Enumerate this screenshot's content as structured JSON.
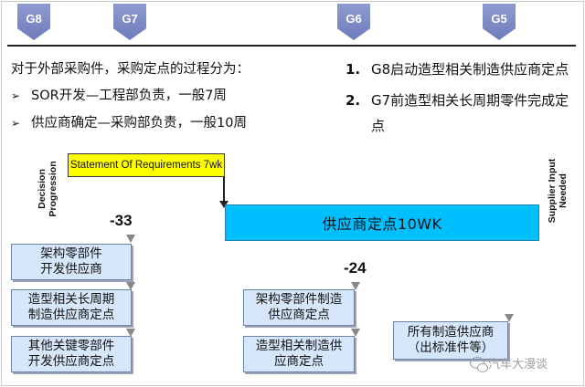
{
  "gates": [
    {
      "label": "G8"
    },
    {
      "label": "G7"
    },
    {
      "label": "G6"
    },
    {
      "label": "G5"
    }
  ],
  "intro": "对于外部采购件，采购定点的过程分为：",
  "bullets": [
    {
      "marker": "➢",
      "text": "SOR开发—工程部负责，一般7周"
    },
    {
      "marker": "➢",
      "text": "供应商确定—采购部负责，一般10周"
    }
  ],
  "numbered": [
    {
      "num": "1.",
      "text": "G8启动造型相关制造供应商定点"
    },
    {
      "num": "2.",
      "text": "G7前造型相关长周期零件完成定点"
    }
  ],
  "axis": {
    "left_label_1": "Decision",
    "left_label_2": "Progression",
    "right_label_1": "Supplier Input",
    "right_label_2": "Needed"
  },
  "sor_box": "Statement Of Requirements 7wk",
  "main_bar": "供应商定点10WK",
  "milestones": {
    "m1": "-33",
    "m2": "-24"
  },
  "boxes": {
    "b1": {
      "line1": "架构零部件",
      "line2": "开发供应商"
    },
    "b2": {
      "line1": "造型相关长周期",
      "line2": "制造供应商定点"
    },
    "b3": {
      "line1": "其他关键零部件",
      "line2": "开发供应商定点"
    },
    "b4": {
      "line1": "架构零部件制造",
      "line2": "供应商定点"
    },
    "b5": {
      "line1": "造型相关制造供",
      "line2": "应商定点"
    },
    "b6": {
      "line1": "所有制造供应商",
      "line2": "（出标准件等）"
    }
  },
  "watermark": "汽车大漫谈",
  "colors": {
    "gate": "#7b86c4",
    "main_bar": "#00bfff",
    "sor_box": "#ffff00",
    "sub_box": "#d6e7fb"
  }
}
